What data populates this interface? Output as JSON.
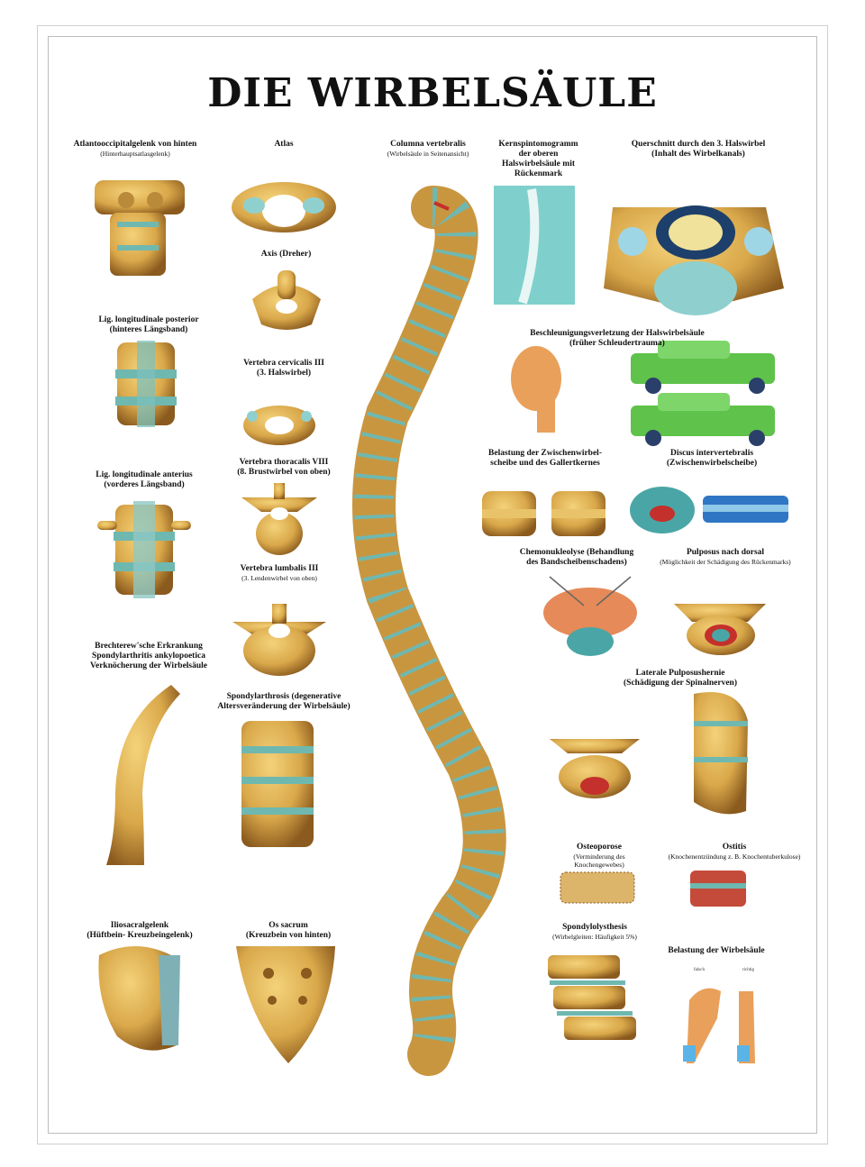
{
  "title": "DIE WIRBELSÄULE",
  "panels": {
    "atlanto": [
      "Atlantooccipitalgelenk von hinten",
      "(Hinterhauptsatlasgelenk)"
    ],
    "atlas": [
      "Atlas"
    ],
    "columna": [
      "Columna vertebralis",
      "(Wirbelsäule in Seitenansicht)"
    ],
    "kernspin": [
      "Kernspintomogramm",
      "der oberen",
      "Halswirbelsäule mit",
      "Rückenmark"
    ],
    "querschnitt": [
      "Querschnitt durch den 3. Halswirbel",
      "(Inhalt des Wirbelkanals)"
    ],
    "axis": [
      "Axis (Dreher)"
    ],
    "lig_post": [
      "Lig. longitudinale posterior",
      "(hinteres Längsband)"
    ],
    "beschleunigung": [
      "Beschleunigungsverletzung der Halswirbelsäule",
      "(früher Schleudertrauma)"
    ],
    "vert_cerv": [
      "Vertebra cervicalis III",
      "(3. Halswirbel)"
    ],
    "belastung_zw": [
      "Belastung der Zwischenwirbel-",
      "scheibe und des Gallertkernes"
    ],
    "discus": [
      "Discus intervertebralis",
      "(Zwischenwirbelscheibe)"
    ],
    "vert_thor": [
      "Vertebra thoracalis VIII",
      "(8. Brustwirbel von oben)"
    ],
    "lig_ant": [
      "Lig. longitudinale anterius",
      "(vorderes Längsband)"
    ],
    "chemo": [
      "Chemonukleolyse (Behandlung",
      "des Bandscheibenschadens)"
    ],
    "pulposus": [
      "Pulposus nach dorsal",
      "(Möglichkeit der Schädigung des Rückenmarks)"
    ],
    "vert_lumb": [
      "Vertebra lumbalis III",
      "(3. Lendenwirbel von oben)"
    ],
    "bechterew": [
      "Brechterew'sche Erkrankung",
      "Spondylarthritis ankylopoetica",
      "Verknöcherung der Wirbelsäule"
    ],
    "laterale": [
      "Laterale Pulposushernie",
      "(Schädigung der Spinalnerven)"
    ],
    "spondylarthrosis": [
      "Spondylarthrosis (degenerative",
      "Altersveränderung der Wirbelsäule)"
    ],
    "osteoporose": [
      "Osteoporose",
      "(Verminderung des",
      "Knochengewebes)"
    ],
    "ostitis": [
      "Ostitis",
      "(Knochenentzündung z. B. Knochentuberkulose)"
    ],
    "iliosacral": [
      "Iliosacralgelenk",
      "(Hüftbein- Kreuzbeingelenk)"
    ],
    "os_sacrum": [
      "Os sacrum",
      "(Kreuzbein von hinten)"
    ],
    "spondylolysthesis": [
      "Spondylolysthesis",
      "(Wirbelgleiten: Häufigkeit 5%)"
    ],
    "belastung_ws": [
      "Belastung der Wirbelsäule"
    ]
  },
  "posture": {
    "falsch": "falsch",
    "richtig": "richtig"
  },
  "colors": {
    "bone": "#d9a84a",
    "bone_dark": "#8a5a1e",
    "disc": "#6fb8b0",
    "cord": "#c8e8e6",
    "car": "#5fc24a",
    "blood": "#c4302b"
  }
}
